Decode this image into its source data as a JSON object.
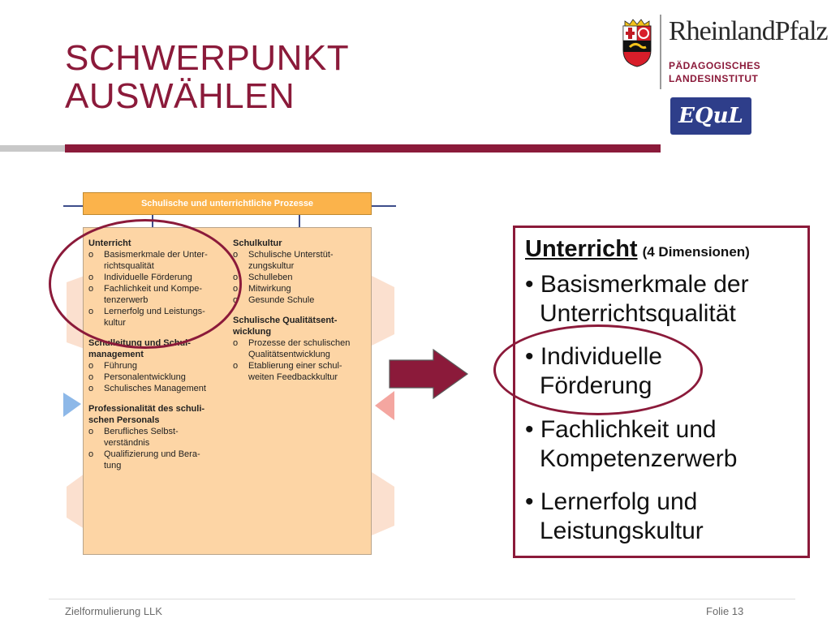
{
  "slide": {
    "title_line1": "SCHWERPUNKT",
    "title_line2": "AUSWÄHLEN"
  },
  "logo": {
    "brand": "RheinlandPfalz",
    "sub_line1": "PÄDAGOGISCHES",
    "sub_line2": "LANDESINSTITUT",
    "equl_text": "EQuL",
    "icon": "coat-of-arms-icon"
  },
  "diagram": {
    "header": "Schulische und unterrichtliche Prozesse",
    "left_column": [
      {
        "heading": "Unterricht",
        "items": [
          [
            "Basismerkmale der Unter-",
            "richtsqualität"
          ],
          [
            "Individuelle Förderung"
          ],
          [
            "Fachlichkeit und Kompe-",
            "tenzerwerb"
          ],
          [
            "Lernerfolg und Leistungs-",
            "kultur"
          ]
        ]
      },
      {
        "heading": [
          "Schulleitung und Schul-",
          "management"
        ],
        "items": [
          [
            "Führung"
          ],
          [
            "Personalentwicklung"
          ],
          [
            "Schulisches Management"
          ]
        ]
      },
      {
        "heading": [
          "Professionalität des schuli-",
          "schen Personals"
        ],
        "items": [
          [
            "Berufliches Selbst-",
            "verständnis"
          ],
          [
            "Qualifizierung und Bera-",
            "tung"
          ]
        ]
      }
    ],
    "right_column": [
      {
        "heading": "Schulkultur",
        "items": [
          [
            "Schulische Unterstüt-",
            "zungskultur"
          ],
          [
            "Schulleben"
          ],
          [
            "Mitwirkung"
          ],
          [
            "Gesunde Schule"
          ]
        ]
      },
      {
        "heading": [
          "Schulische Qualitätsent-",
          "wicklung"
        ],
        "items": [
          [
            "Prozesse der schulischen",
            "Qualitätsentwicklung"
          ],
          [
            "Etablierung einer schul-",
            "weiten Feedbackkultur"
          ]
        ]
      }
    ],
    "bullet": "o"
  },
  "callout": {
    "title": "Unterricht",
    "subtitle": "(4 Dimensionen)",
    "items": [
      {
        "line1": "• Basismerkmale der",
        "line2": "Unterrichtsqualität"
      },
      {
        "line1": "• Individuelle",
        "line2": "Förderung"
      },
      {
        "line1": "• Fachlichkeit und",
        "line2": "Kompetenzerwerb"
      },
      {
        "line1": "• Lernerfolg und",
        "line2": "Leistungskultur"
      }
    ]
  },
  "footer": {
    "left": "Zielformulierung LLK",
    "right": "Folie 13"
  },
  "colors": {
    "accent": "#8b1a3a",
    "header_orange": "#fbb34b",
    "box_fill": "#fdd5a5",
    "connector_blue": "#3d4d8a"
  }
}
